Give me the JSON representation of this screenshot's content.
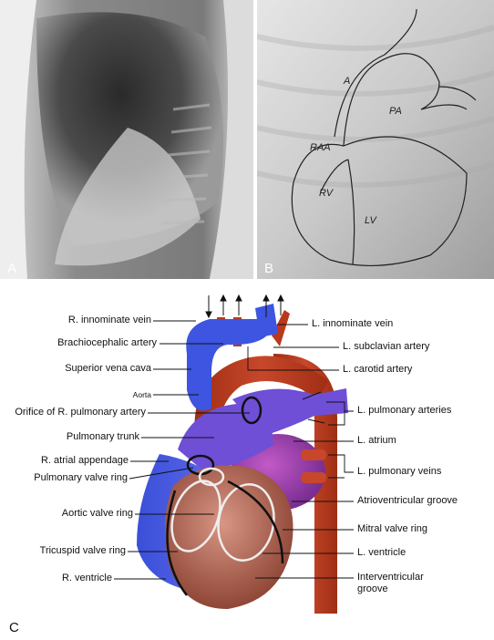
{
  "panels": {
    "a": {
      "letter": "A"
    },
    "b": {
      "letter": "B",
      "sketch_labels": [
        "A",
        "PA",
        "RAA",
        "RV",
        "LV"
      ]
    },
    "c": {
      "letter": "C"
    }
  },
  "labels_left": [
    "R. innominate vein",
    "Brachiocephalic artery",
    "Superior vena cava",
    "Aorta",
    "Orifice of R. pulmonary artery",
    "Pulmonary trunk",
    "R. atrial appendage",
    "Pulmonary valve ring",
    "Aortic valve ring",
    "Tricuspid valve ring",
    "R. ventricle"
  ],
  "labels_right": [
    "L. innominate vein",
    "L. subclavian artery",
    "L. carotid artery",
    "L. pulmonary arteries",
    "L. atrium",
    "L. pulmonary veins",
    "Atrioventricular groove",
    "Mitral valve ring",
    "L. ventricle",
    "Interventricular",
    "groove"
  ],
  "colors": {
    "aorta": "#b8391c",
    "veins": "#3d55e0",
    "pulmonary": "#6e4fd6",
    "left_atrium": "#9a3aa8",
    "ventricle": "#b46a5c"
  }
}
